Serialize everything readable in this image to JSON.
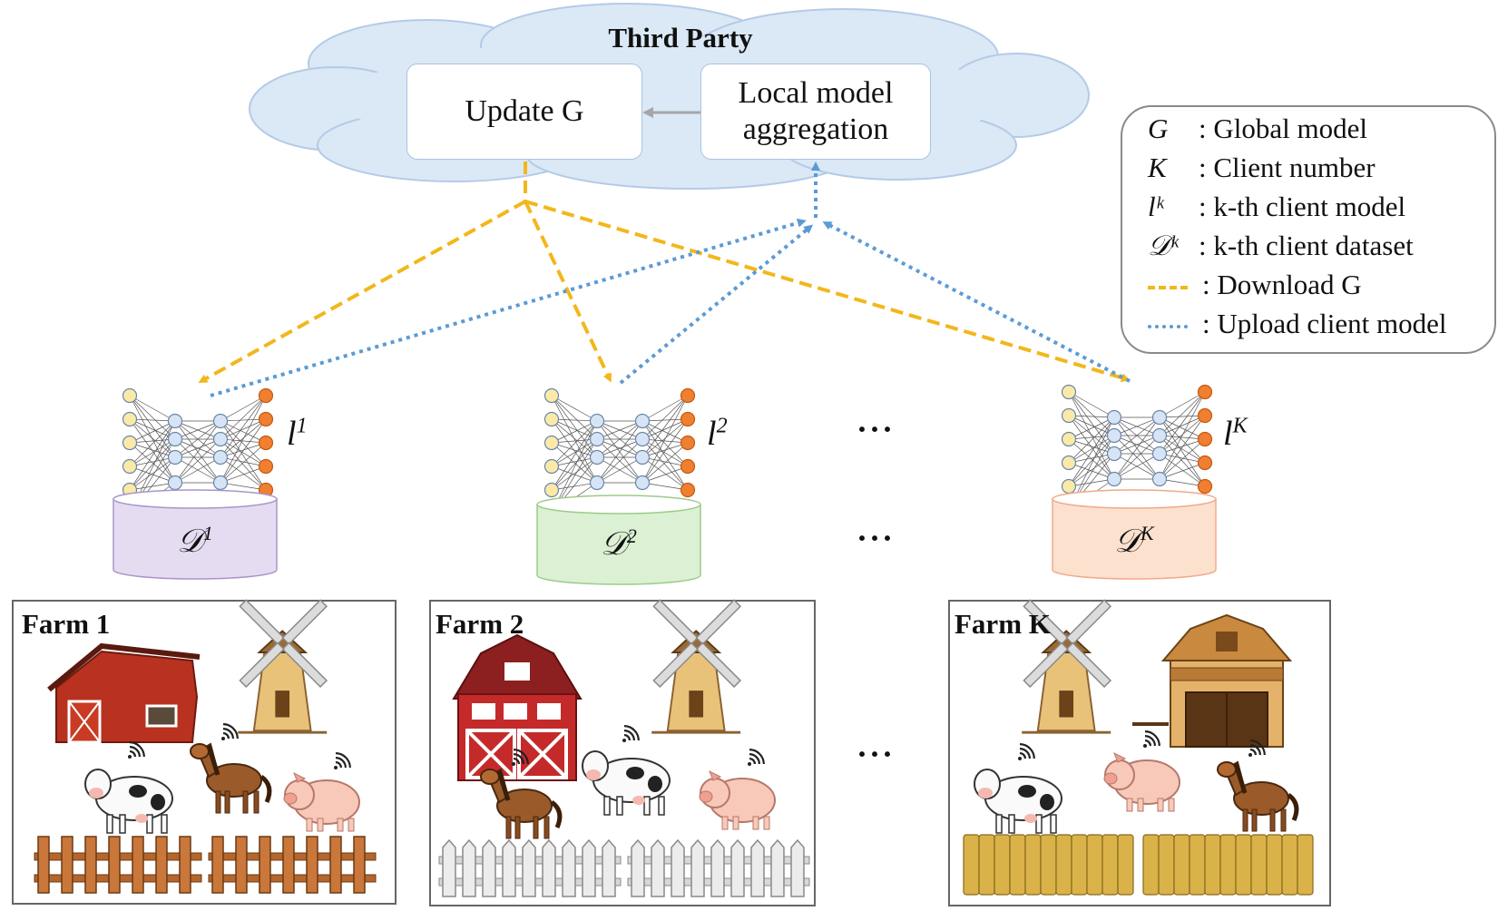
{
  "third_party": {
    "title": "Third Party",
    "update_box": "Update G",
    "aggregation_box_line1": "Local model",
    "aggregation_box_line2": "aggregation"
  },
  "legend": {
    "items": [
      {
        "symbol": "G",
        "text": ": Global model"
      },
      {
        "symbol": "K",
        "text": ": Client number"
      },
      {
        "symbol": "lᵏ",
        "text": ": k-th client model"
      },
      {
        "symbol": "𝒟ᵏ",
        "text": ": k-th client dataset"
      },
      {
        "symbol": "",
        "text": ": Download G",
        "line": "download"
      },
      {
        "symbol": "",
        "text": ": Upload client model",
        "line": "upload"
      }
    ]
  },
  "clients": [
    {
      "model_label": "l",
      "model_sup": "1",
      "dataset_label": "𝒟",
      "dataset_sup": "1",
      "farm_title": "Farm 1"
    },
    {
      "model_label": "l",
      "model_sup": "2",
      "dataset_label": "𝒟",
      "dataset_sup": "2",
      "farm_title": "Farm 2"
    },
    {
      "model_label": "l",
      "model_sup": "K",
      "dataset_label": "𝒟",
      "dataset_sup": "K",
      "farm_title": "Farm K"
    }
  ],
  "ellipsis": "···",
  "colors": {
    "download": "#f2b71b",
    "upload": "#5b9bd5",
    "cloud": "#dbe8f6",
    "cloud_border": "#b4cbe6",
    "arrow_gray": "#a6a6a6",
    "dataset_1": "#e6dcf2",
    "dataset_2": "#dcf0d4",
    "dataset_3": "#fde1cf",
    "input_node": "#fbe9a8",
    "hidden_node": "#d6e4f5",
    "output_node": "#f07f2f"
  },
  "icons": [
    "barn-icon",
    "windmill-icon",
    "cow-icon",
    "horse-icon",
    "pig-icon",
    "fence-icon",
    "wifi-icon"
  ]
}
